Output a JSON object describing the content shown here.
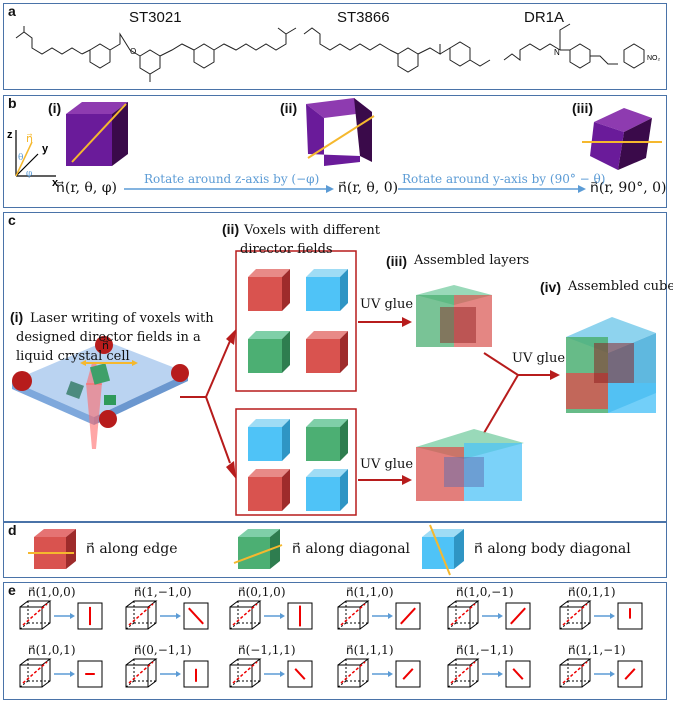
{
  "panel_a": {
    "label": "a",
    "molecules": [
      "ST3021",
      "ST3866",
      "DR1A"
    ],
    "no2": "NO₂",
    "n_atom": "N",
    "o_atom": "O"
  },
  "panel_b": {
    "label": "b",
    "sub_i": "(i)",
    "sub_ii": "(ii)",
    "sub_iii": "(iii)",
    "axis_z": "z",
    "axis_y": "y",
    "axis_x": "x",
    "axis_n": "n⃗",
    "axis_theta": "θ",
    "axis_phi": "φ",
    "vec1": "n⃗(r, θ, φ)",
    "vec2": "n⃗(r, θ, 0)",
    "vec3": "n⃗(r, 90°, 0)",
    "rot1": "Rotate around z-axis by (−φ)",
    "rot2": "Rotate around y-axis by (90° − θ)"
  },
  "panel_c": {
    "label": "c",
    "step_i_num": "(i)",
    "step_i_text": [
      "Laser writing of voxels with",
      "designed director fields in a",
      "liquid crystal cell"
    ],
    "n_symbol": "n⃗",
    "step_ii_num": "(ii)",
    "step_ii_text": [
      "Voxels with different",
      "director fields"
    ],
    "step_iii_num": "(iii)",
    "step_iii_text": "Assembled layers",
    "step_iv_num": "(iv)",
    "step_iv_text": "Assembled cube",
    "uv_glue": "UV glue"
  },
  "panel_d": {
    "label": "d",
    "legend": [
      "n⃗ along edge",
      "n⃗ along diagonal",
      "n⃗ along body diagonal"
    ]
  },
  "panel_e": {
    "label": "e",
    "row1": [
      "n⃗(1,0,0)",
      "n⃗(1,−1,0)",
      "n⃗(0,1,0)",
      "n⃗(1,1,0)",
      "n⃗(1,0,−1)",
      "n⃗(0,1,1)"
    ],
    "row2": [
      "n⃗(1,0,1)",
      "n⃗(0,−1,1)",
      "n⃗(−1,1,1)",
      "n⃗(1,1,1)",
      "n⃗(1,−1,1)",
      "n⃗(1,1,−1)"
    ]
  },
  "colors": {
    "border": "#4a73a8",
    "red": "#d9534f",
    "green": "#4caf73",
    "blue": "#4fc3f7",
    "purple": "#6a1b9a",
    "arrow_blue": "#5b9bd5",
    "dark_red": "#b71c1c",
    "orange": "#f5b82e"
  }
}
